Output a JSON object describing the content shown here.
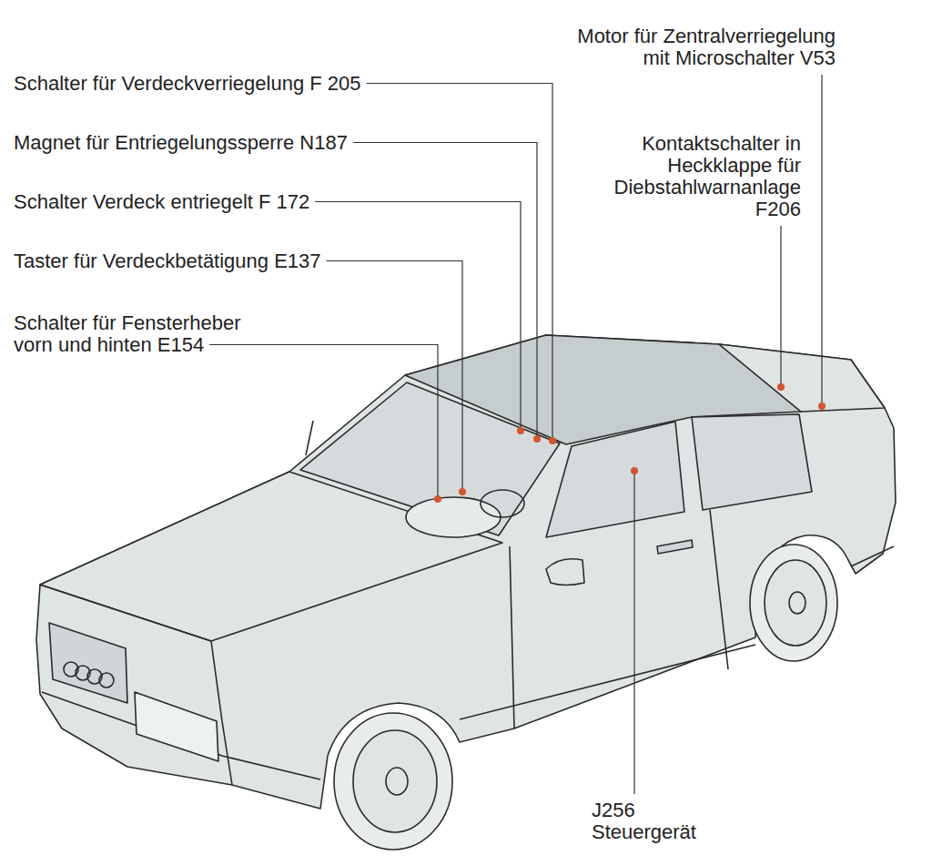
{
  "diagram": {
    "labels": [
      "Motor für Zentralverriegelung mit Microschalter V53",
      "Schalter für Verdeckverriegelung F 205",
      "Magnet für Entriegelungssperre N187",
      "Kontaktschalter in Heckklappe für Diebstahlwarnanlage F206",
      "Schalter Verdeck entriegelt F 172",
      "Taster für Verdeckbetätigung E137",
      "Schalter für Fensterheber vorn und hinten E154",
      "J256 Steuergerät"
    ]
  }
}
